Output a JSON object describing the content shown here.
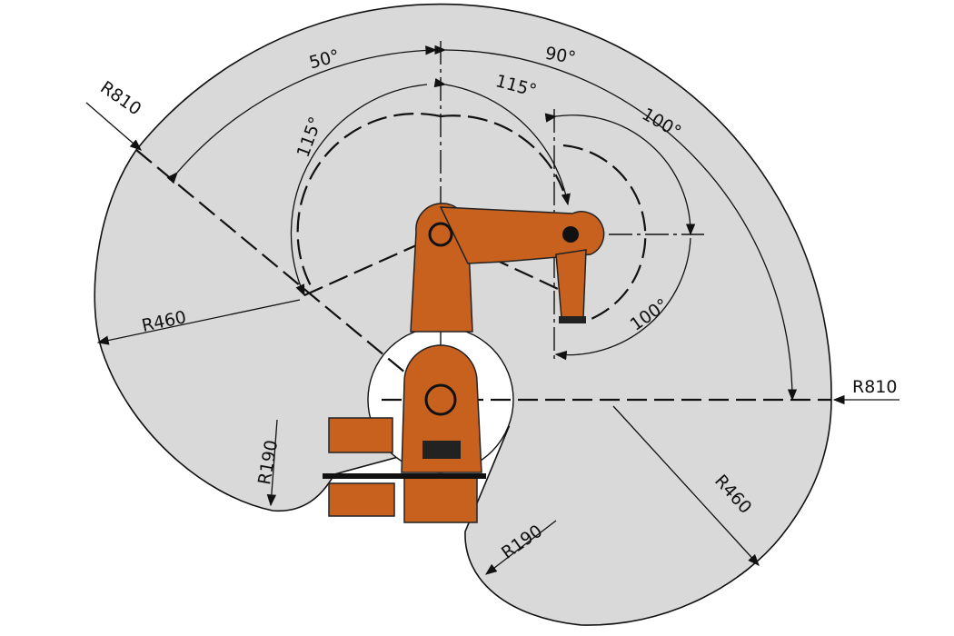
{
  "colors": {
    "envelope": "#d9d9d9",
    "robot": "#c8601e",
    "lines": "#111111",
    "background": "#ffffff"
  },
  "dimensions": {
    "angle_a1_left": "50°",
    "angle_a1_right": "90°",
    "angle_a2_left": "115°",
    "angle_a2_right": "115°",
    "angle_a3_top": "100°",
    "angle_a3_bottom": "100°",
    "radius_outer_left": "R810",
    "radius_outer_right": "R810",
    "radius_mid_left": "R460",
    "radius_mid_right": "R460",
    "radius_inner_left": "R190",
    "radius_inner_right": "R190"
  }
}
